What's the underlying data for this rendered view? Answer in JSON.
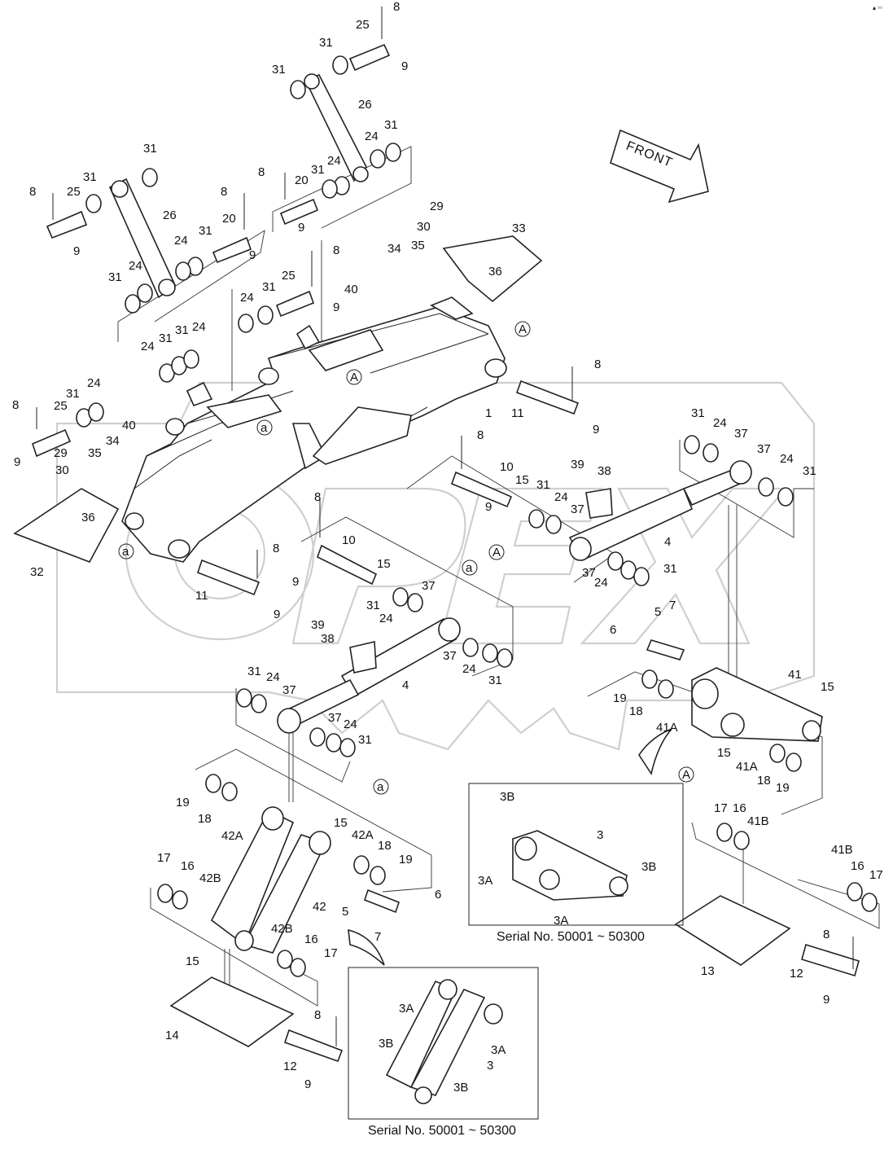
{
  "arrow_label": "FRONT",
  "corner_mark": "▴ ▫▫",
  "watermark": "OPEX",
  "insets": [
    {
      "caption": "Serial No. 50001 ~ 50300"
    },
    {
      "caption": "Serial No. 50001 ~ 50300"
    }
  ],
  "labels": [
    {
      "id": "l-8-a",
      "t": "8"
    },
    {
      "id": "l-25-a",
      "t": "25"
    },
    {
      "id": "l-31-a",
      "t": "31"
    },
    {
      "id": "l-9-a",
      "t": "9"
    },
    {
      "id": "l-31-b",
      "t": "31"
    },
    {
      "id": "l-26-a",
      "t": "26"
    },
    {
      "id": "l-24-a",
      "t": "24"
    },
    {
      "id": "l-31-c",
      "t": "31"
    },
    {
      "id": "l-8-b",
      "t": "8"
    },
    {
      "id": "l-20-a",
      "t": "20"
    },
    {
      "id": "l-31-d",
      "t": "31"
    },
    {
      "id": "l-24-b",
      "t": "24"
    },
    {
      "id": "l-9-b",
      "t": "9"
    },
    {
      "id": "l-31-e",
      "t": "31"
    },
    {
      "id": "l-31-f",
      "t": "31"
    },
    {
      "id": "l-8-c",
      "t": "8"
    },
    {
      "id": "l-25-b",
      "t": "25"
    },
    {
      "id": "l-26-b",
      "t": "26"
    },
    {
      "id": "l-9-c",
      "t": "9"
    },
    {
      "id": "l-8-d",
      "t": "8"
    },
    {
      "id": "l-20-b",
      "t": "20"
    },
    {
      "id": "l-31-g",
      "t": "31"
    },
    {
      "id": "l-24-c",
      "t": "24"
    },
    {
      "id": "l-9-d",
      "t": "9"
    },
    {
      "id": "l-31-h",
      "t": "31"
    },
    {
      "id": "l-24-d",
      "t": "24"
    },
    {
      "id": "l-29-a",
      "t": "29"
    },
    {
      "id": "l-30-a",
      "t": "30"
    },
    {
      "id": "l-33",
      "t": "33"
    },
    {
      "id": "l-34-a",
      "t": "34"
    },
    {
      "id": "l-35-a",
      "t": "35"
    },
    {
      "id": "l-36-a",
      "t": "36"
    },
    {
      "id": "l-8-e",
      "t": "8"
    },
    {
      "id": "l-40-a",
      "t": "40"
    },
    {
      "id": "l-31-i",
      "t": "31"
    },
    {
      "id": "l-25-c",
      "t": "25"
    },
    {
      "id": "l-24-e",
      "t": "24"
    },
    {
      "id": "l-9-e",
      "t": "9"
    },
    {
      "id": "l-24-f",
      "t": "24"
    },
    {
      "id": "l-31-j",
      "t": "31"
    },
    {
      "id": "l-31-k",
      "t": "31"
    },
    {
      "id": "l-24-g",
      "t": "24"
    },
    {
      "id": "l-A-1",
      "t": "A"
    },
    {
      "id": "l-8-f",
      "t": "8"
    },
    {
      "id": "l-A-2",
      "t": "A"
    },
    {
      "id": "l-1",
      "t": "1"
    },
    {
      "id": "l-11-a",
      "t": "11"
    },
    {
      "id": "l-9-f",
      "t": "9"
    },
    {
      "id": "l-a-1",
      "t": "a"
    },
    {
      "id": "l-8-g",
      "t": "8"
    },
    {
      "id": "l-25-d",
      "t": "25"
    },
    {
      "id": "l-31-l",
      "t": "31"
    },
    {
      "id": "l-24-h",
      "t": "24"
    },
    {
      "id": "l-40-b",
      "t": "40"
    },
    {
      "id": "l-29-b",
      "t": "29"
    },
    {
      "id": "l-35-b",
      "t": "35"
    },
    {
      "id": "l-34-b",
      "t": "34"
    },
    {
      "id": "l-9-g",
      "t": "9"
    },
    {
      "id": "l-30-b",
      "t": "30"
    },
    {
      "id": "l-36-b",
      "t": "36"
    },
    {
      "id": "l-32",
      "t": "32"
    },
    {
      "id": "l-a-2",
      "t": "a"
    },
    {
      "id": "l-8-h",
      "t": "8"
    },
    {
      "id": "l-11-b",
      "t": "11"
    },
    {
      "id": "l-9-h",
      "t": "9"
    },
    {
      "id": "l-8-i",
      "t": "8"
    },
    {
      "id": "l-10-a",
      "t": "10"
    },
    {
      "id": "l-15-a",
      "t": "15"
    },
    {
      "id": "l-9-i",
      "t": "9"
    },
    {
      "id": "l-31-m",
      "t": "31"
    },
    {
      "id": "l-24-i",
      "t": "24"
    },
    {
      "id": "l-37-a",
      "t": "37"
    },
    {
      "id": "l-39-a",
      "t": "39"
    },
    {
      "id": "l-38-a",
      "t": "38"
    },
    {
      "id": "l-4-a",
      "t": "4"
    },
    {
      "id": "l-A-3",
      "t": "A"
    },
    {
      "id": "l-37-b",
      "t": "37"
    },
    {
      "id": "l-24-j",
      "t": "24"
    },
    {
      "id": "l-31-n",
      "t": "31"
    },
    {
      "id": "l-31-o",
      "t": "31"
    },
    {
      "id": "l-24-k",
      "t": "24"
    },
    {
      "id": "l-37-c",
      "t": "37"
    },
    {
      "id": "l-37-d",
      "t": "37"
    },
    {
      "id": "l-24-l",
      "t": "24"
    },
    {
      "id": "l-31-p",
      "t": "31"
    },
    {
      "id": "l-8-j",
      "t": "8"
    },
    {
      "id": "l-10-b",
      "t": "10"
    },
    {
      "id": "l-15-b",
      "t": "15"
    },
    {
      "id": "l-9-j",
      "t": "9"
    },
    {
      "id": "l-a-3",
      "t": "a"
    },
    {
      "id": "l-31-q",
      "t": "31"
    },
    {
      "id": "l-24-m",
      "t": "24"
    },
    {
      "id": "l-37-e",
      "t": "37"
    },
    {
      "id": "l-39-b",
      "t": "39"
    },
    {
      "id": "l-38-b",
      "t": "38"
    },
    {
      "id": "l-37-f",
      "t": "37"
    },
    {
      "id": "l-24-n",
      "t": "24"
    },
    {
      "id": "l-31-r",
      "t": "31"
    },
    {
      "id": "l-4-b",
      "t": "4"
    },
    {
      "id": "l-31-s",
      "t": "31"
    },
    {
      "id": "l-24-o",
      "t": "24"
    },
    {
      "id": "l-37-g",
      "t": "37"
    },
    {
      "id": "l-37-h",
      "t": "37"
    },
    {
      "id": "l-24-p",
      "t": "24"
    },
    {
      "id": "l-31-t",
      "t": "31"
    },
    {
      "id": "l-5-a",
      "t": "5"
    },
    {
      "id": "l-7-a",
      "t": "7"
    },
    {
      "id": "l-6-a",
      "t": "6"
    },
    {
      "id": "l-41",
      "t": "41"
    },
    {
      "id": "l-15-c",
      "t": "15"
    },
    {
      "id": "l-19-a",
      "t": "19"
    },
    {
      "id": "l-18-a",
      "t": "18"
    },
    {
      "id": "l-41A-a",
      "t": "41A"
    },
    {
      "id": "l-15-d",
      "t": "15"
    },
    {
      "id": "l-41A-b",
      "t": "41A"
    },
    {
      "id": "l-18-b",
      "t": "18"
    },
    {
      "id": "l-19-b",
      "t": "19"
    },
    {
      "id": "l-A-4",
      "t": "A"
    },
    {
      "id": "l-17-a",
      "t": "17"
    },
    {
      "id": "l-16-a",
      "t": "16"
    },
    {
      "id": "l-41B-a",
      "t": "41B"
    },
    {
      "id": "l-41B-b",
      "t": "41B"
    },
    {
      "id": "l-16-b",
      "t": "16"
    },
    {
      "id": "l-17-b",
      "t": "17"
    },
    {
      "id": "l-13",
      "t": "13"
    },
    {
      "id": "l-8-k",
      "t": "8"
    },
    {
      "id": "l-12-a",
      "t": "12"
    },
    {
      "id": "l-9-k",
      "t": "9"
    },
    {
      "id": "l-3B-a",
      "t": "3B"
    },
    {
      "id": "l-3-a",
      "t": "3"
    },
    {
      "id": "l-3A-a",
      "t": "3A"
    },
    {
      "id": "l-3B-b",
      "t": "3B"
    },
    {
      "id": "l-3A-b",
      "t": "3A"
    },
    {
      "id": "l-a-4",
      "t": "a"
    },
    {
      "id": "l-19-c",
      "t": "19"
    },
    {
      "id": "l-18-c",
      "t": "18"
    },
    {
      "id": "l-42A-a",
      "t": "42A"
    },
    {
      "id": "l-15-e",
      "t": "15"
    },
    {
      "id": "l-42A-b",
      "t": "42A"
    },
    {
      "id": "l-18-d",
      "t": "18"
    },
    {
      "id": "l-19-d",
      "t": "19"
    },
    {
      "id": "l-17-c",
      "t": "17"
    },
    {
      "id": "l-16-c",
      "t": "16"
    },
    {
      "id": "l-42B-a",
      "t": "42B"
    },
    {
      "id": "l-42",
      "t": "42"
    },
    {
      "id": "l-6-b",
      "t": "6"
    },
    {
      "id": "l-5-b",
      "t": "5"
    },
    {
      "id": "l-7-b",
      "t": "7"
    },
    {
      "id": "l-42B-b",
      "t": "42B"
    },
    {
      "id": "l-16-d",
      "t": "16"
    },
    {
      "id": "l-17-d",
      "t": "17"
    },
    {
      "id": "l-15-f",
      "t": "15"
    },
    {
      "id": "l-14",
      "t": "14"
    },
    {
      "id": "l-8-l",
      "t": "8"
    },
    {
      "id": "l-12-b",
      "t": "12"
    },
    {
      "id": "l-9-l",
      "t": "9"
    },
    {
      "id": "l-3A-c",
      "t": "3A"
    },
    {
      "id": "l-3B-c",
      "t": "3B"
    },
    {
      "id": "l-3A-d",
      "t": "3A"
    },
    {
      "id": "l-3-b",
      "t": "3"
    },
    {
      "id": "l-3B-d",
      "t": "3B"
    }
  ]
}
